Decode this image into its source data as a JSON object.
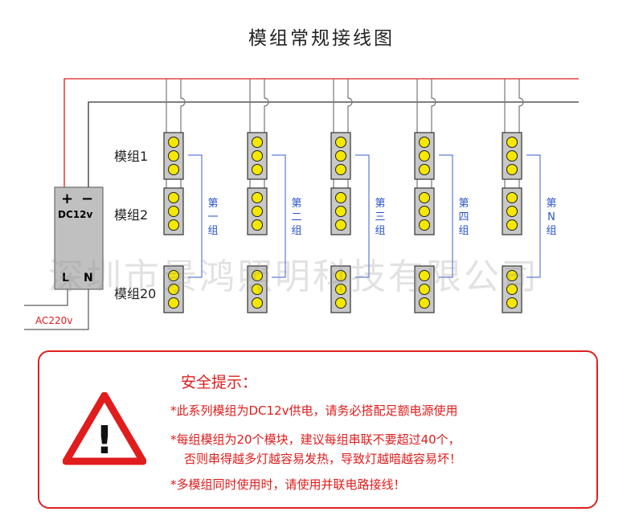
{
  "title": "模组常规接线图",
  "row_labels": [
    "模组1",
    "模组2",
    "模组20"
  ],
  "groups": [
    "第一组",
    "第二组",
    "第三组",
    "第四组",
    "第N组"
  ],
  "psu": {
    "plus": "+",
    "minus": "−",
    "model": "DC12v",
    "l": "L",
    "n": "N"
  },
  "ac_label": "AC220v",
  "watermark": "深圳市景鸿照明科技有限公司",
  "notice": {
    "title": "安全提示：",
    "lines": [
      "*此系列模组为DC12v供电，请务必搭配足额电源使用",
      "*每组模组为20个模块，建议每组串联不要超过40个，",
      "否则串得越多灯越容易发热，导致灯越暗越容易坏！",
      "*多模组同时使用时，请使用并联电路接线！"
    ],
    "icon_mark": "!"
  },
  "colors": {
    "positive_wire": "#e01c1c",
    "negative_wire": "#333333",
    "group_wire": "#3a5fd0",
    "led": "#f5e800",
    "module": "#c8c8c8",
    "notice": "#e01c1c"
  },
  "icons": [
    "warning-triangle-icon"
  ]
}
